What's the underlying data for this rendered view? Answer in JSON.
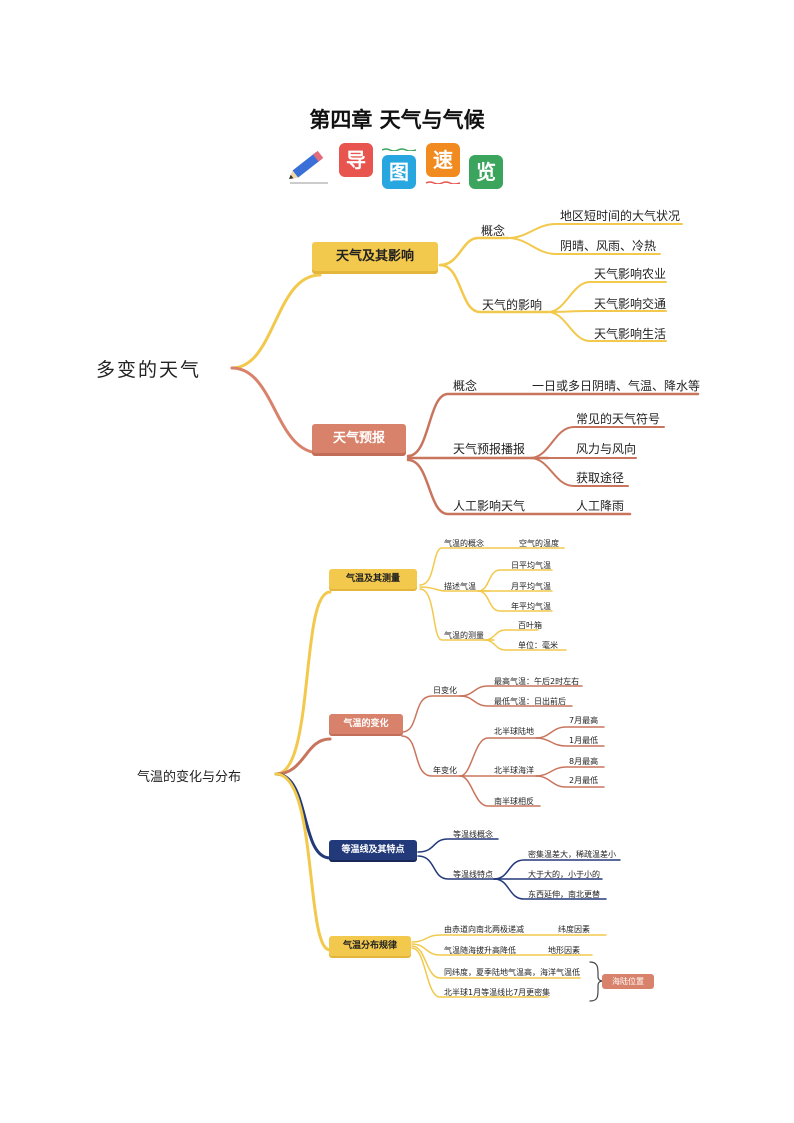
{
  "title": "第四章 天气与气候",
  "badges": [
    "导",
    "图",
    "速",
    "览"
  ],
  "colors": {
    "yellow": "#f2c94c",
    "salmon": "#d9826b",
    "navy": "#233a7a",
    "pencil": "#3a6fd8"
  },
  "weather": {
    "root": "多变的天气",
    "b1": {
      "label": "天气及其影响",
      "concept": "概念",
      "concept_items": [
        "地区短时间的大气状况",
        "阴晴、风雨、冷热"
      ],
      "impact": "天气的影响",
      "impact_items": [
        "天气影响农业",
        "天气影响交通",
        "天气影响生活"
      ]
    },
    "b2": {
      "label": "天气预报",
      "concept": "概念",
      "concept_item": "一日或多日阴晴、气温、降水等",
      "broadcast": "天气预报播报",
      "broadcast_items": [
        "常见的天气符号",
        "风力与风向",
        "获取途径"
      ],
      "human": "人工影响天气",
      "human_item": "人工降雨"
    }
  },
  "temp": {
    "root": "气温的变化与分布",
    "b1": {
      "label": "气温及其测量",
      "concept": "气温的概念",
      "concept_item": "空气的温度",
      "describe": "描述气温",
      "describe_items": [
        "日平均气温",
        "月平均气温",
        "年平均气温"
      ],
      "measure": "气温的测量",
      "measure_items": [
        "百叶箱",
        "单位：毫米"
      ]
    },
    "b2": {
      "label": "气温的变化",
      "daily": "日变化",
      "daily_items": [
        "最高气温：午后2时左右",
        "最低气温：日出前后"
      ],
      "annual": "年变化",
      "north_land": "北半球陆地",
      "north_land_items": [
        "7月最高",
        "1月最低"
      ],
      "north_sea": "北半球海洋",
      "north_sea_items": [
        "8月最高",
        "2月最低"
      ],
      "south": "南半球相反"
    },
    "b3": {
      "label": "等温线及其特点",
      "concept": "等温线概念",
      "feature": "等温线特点",
      "feature_items": [
        "密集温差大，稀疏温差小",
        "大于大的，小于小的",
        "东西延伸，南北更替"
      ]
    },
    "b4": {
      "label": "气温分布规律",
      "items": [
        "由赤道向南北两极递减",
        "气温随海拔升高降低",
        "同纬度，夏季陆地气温高，海洋气温低",
        "北半球1月等温线比7月更密集"
      ],
      "factors": [
        "纬度因素",
        "地形因素"
      ],
      "sea_land": "海陆位置"
    }
  }
}
